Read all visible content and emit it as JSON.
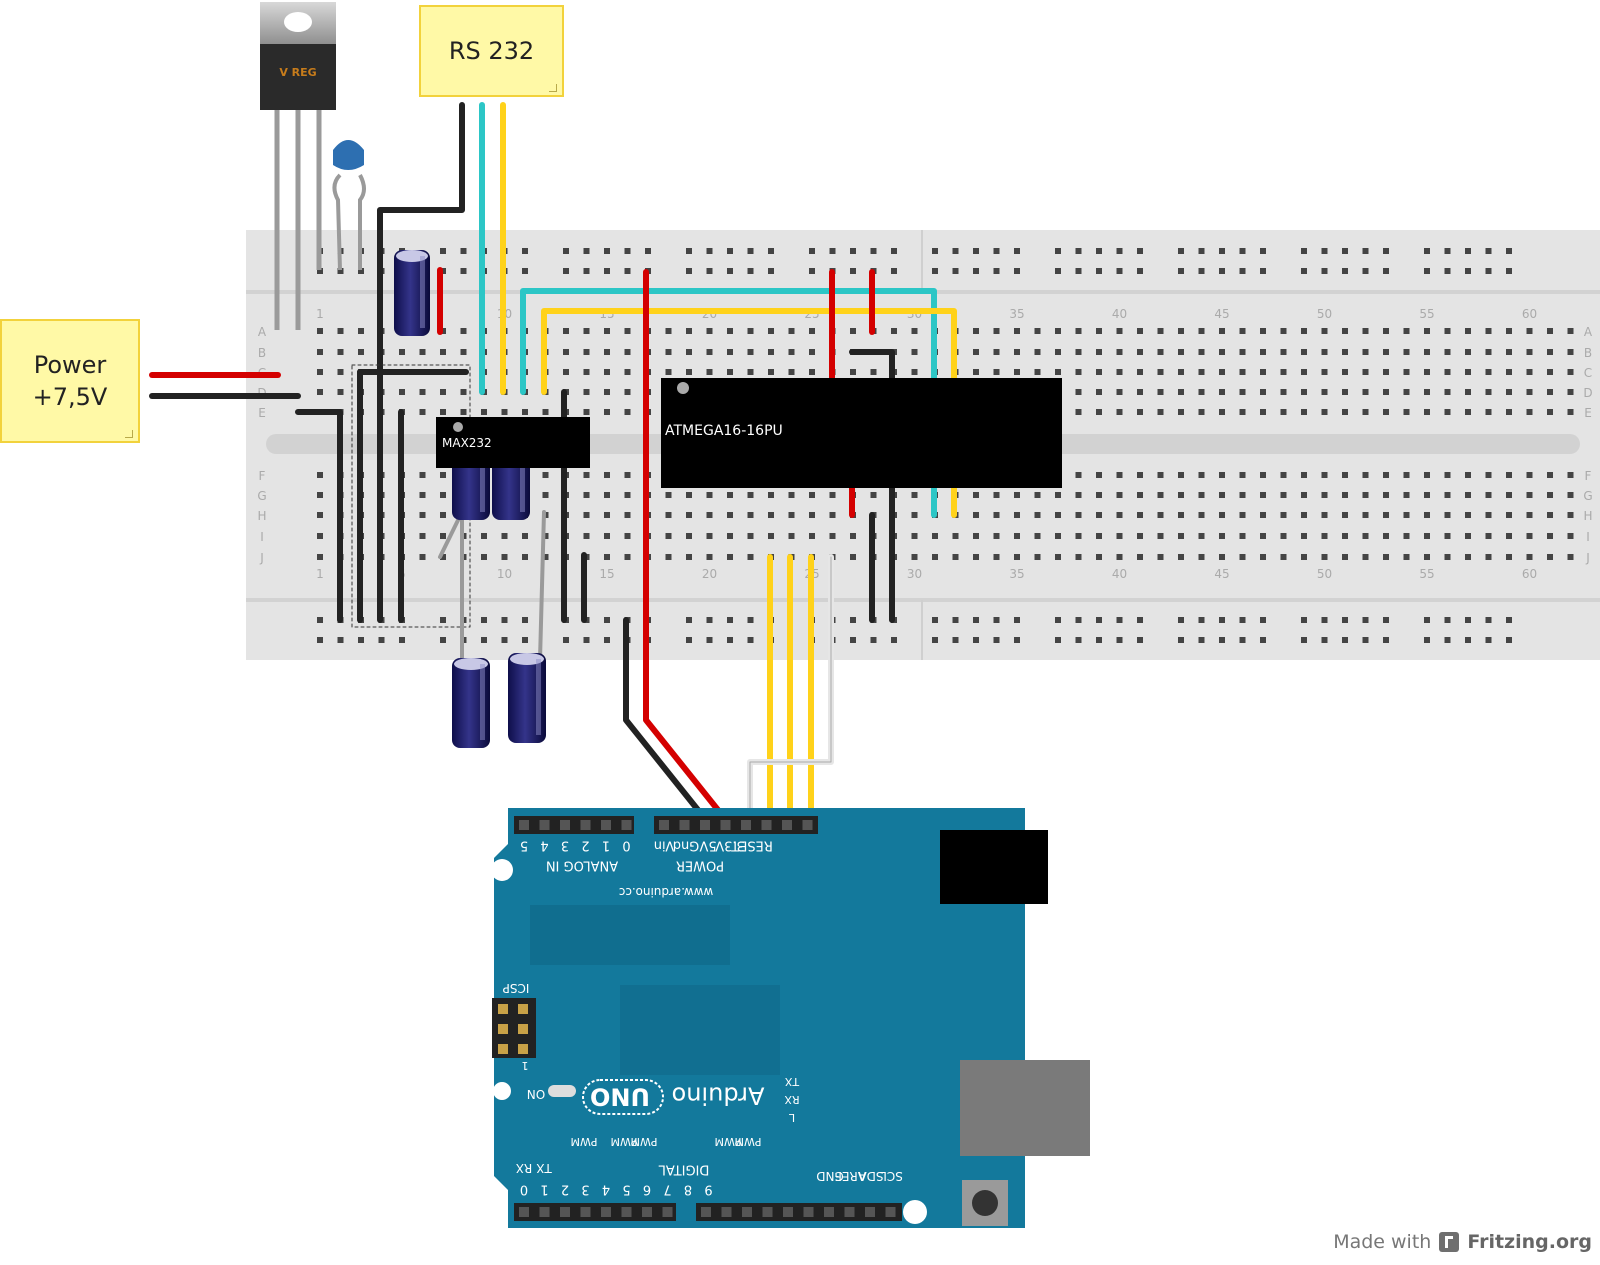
{
  "notes": {
    "rs232": "RS 232",
    "power": "Power\n+7,5V"
  },
  "regulator": {
    "label": "V REG"
  },
  "breadboard": {
    "row_letters_top": [
      "A",
      "B",
      "C",
      "D",
      "E"
    ],
    "row_letters_bottom": [
      "F",
      "G",
      "H",
      "I",
      "J"
    ],
    "column_numbers": [
      "1",
      "5",
      "10",
      "15",
      "20",
      "25",
      "30",
      "35",
      "40",
      "45",
      "50",
      "55",
      "60"
    ]
  },
  "chips": {
    "max232": "MAX232",
    "atmega": "ATMEGA16-16PU"
  },
  "arduino": {
    "analog_pins": [
      "5",
      "4",
      "3",
      "2",
      "1",
      "0"
    ],
    "analog_label": "ANALOG IN",
    "power_pins": [
      "Vin",
      "Gnd",
      "5V",
      "3.3V",
      "RESET"
    ],
    "power_label": "POWER",
    "website": "www.arduino.cc",
    "icsp": "ICSP",
    "icsp_pin": "1",
    "on_label": "ON",
    "uno_label": "UNO",
    "brand": "Arduino",
    "led_labels": [
      "TX",
      "RX",
      "L"
    ],
    "pwm": [
      "PWM",
      "PWM",
      "PWM",
      "PWM",
      "PWM"
    ],
    "digital_label": "DIGITAL",
    "digital_pins": [
      "0",
      "1",
      "2",
      "3",
      "4",
      "5",
      "6",
      "7",
      "8",
      "9"
    ],
    "rx": "RX",
    "tx": "TX",
    "right_pins": [
      "GND",
      "AREF",
      "SDA",
      "SCL"
    ]
  },
  "footer": {
    "made_with": "Made with",
    "brand": "Fritzing.org"
  },
  "colors": {
    "wire_red": "#d40000",
    "wire_black": "#222222",
    "wire_yellow": "#ffd21a",
    "wire_cyan": "#2cc6c6",
    "wire_white": "#e6e6e6",
    "wire_gray": "#9a9a9a",
    "arduino_blue": "#13799c",
    "breadboard": "#e4e4e4"
  }
}
